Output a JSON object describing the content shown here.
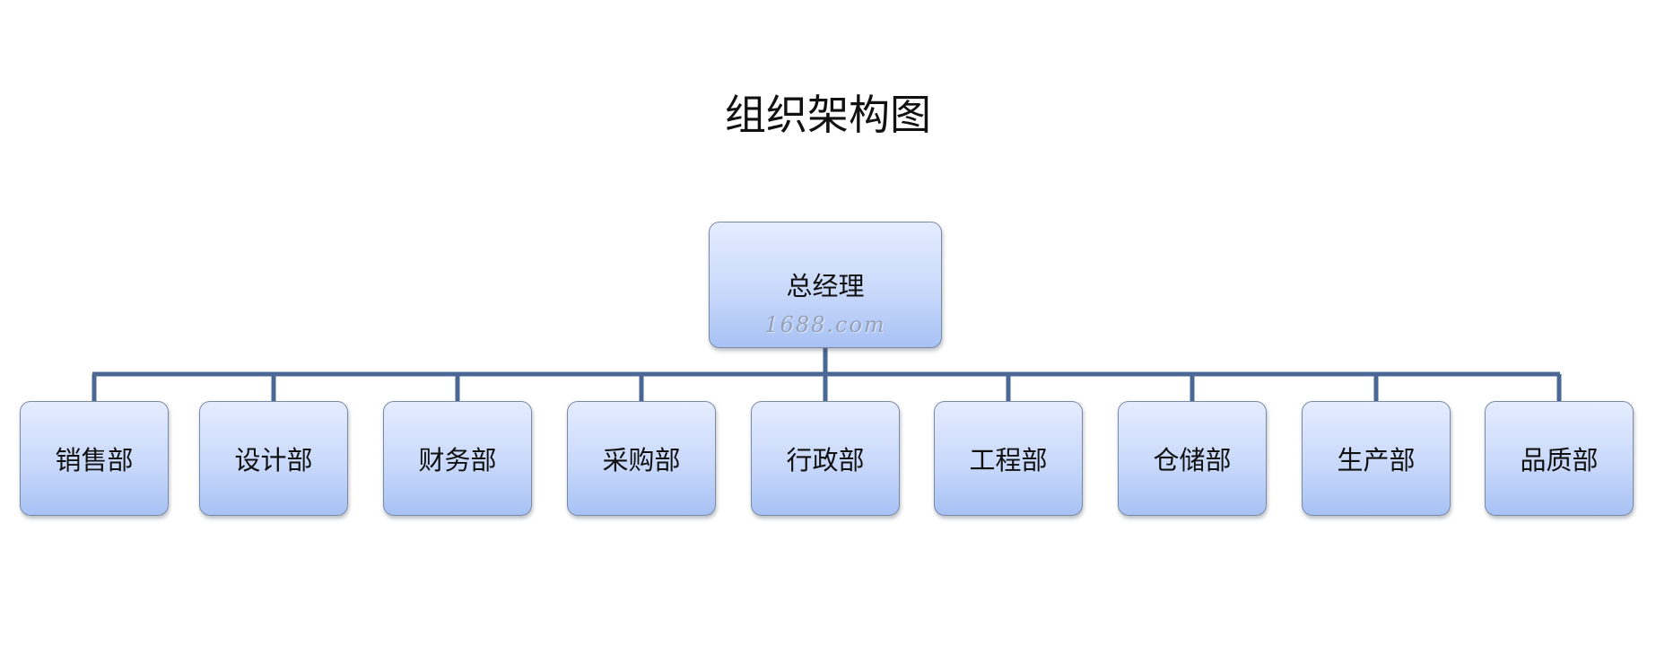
{
  "title": "组织架构图",
  "root": {
    "label": "总经理",
    "watermark": "1688.com"
  },
  "departments": [
    {
      "label": "销售部"
    },
    {
      "label": "设计部"
    },
    {
      "label": "财务部"
    },
    {
      "label": "采购部"
    },
    {
      "label": "行政部"
    },
    {
      "label": "工程部"
    },
    {
      "label": "仓储部"
    },
    {
      "label": "生产部"
    },
    {
      "label": "品质部"
    }
  ],
  "colors": {
    "connector": "#4a6796",
    "node_top": "#e4ecff",
    "node_bottom": "#a8c2f5",
    "node_border": "#7a8aa3"
  }
}
